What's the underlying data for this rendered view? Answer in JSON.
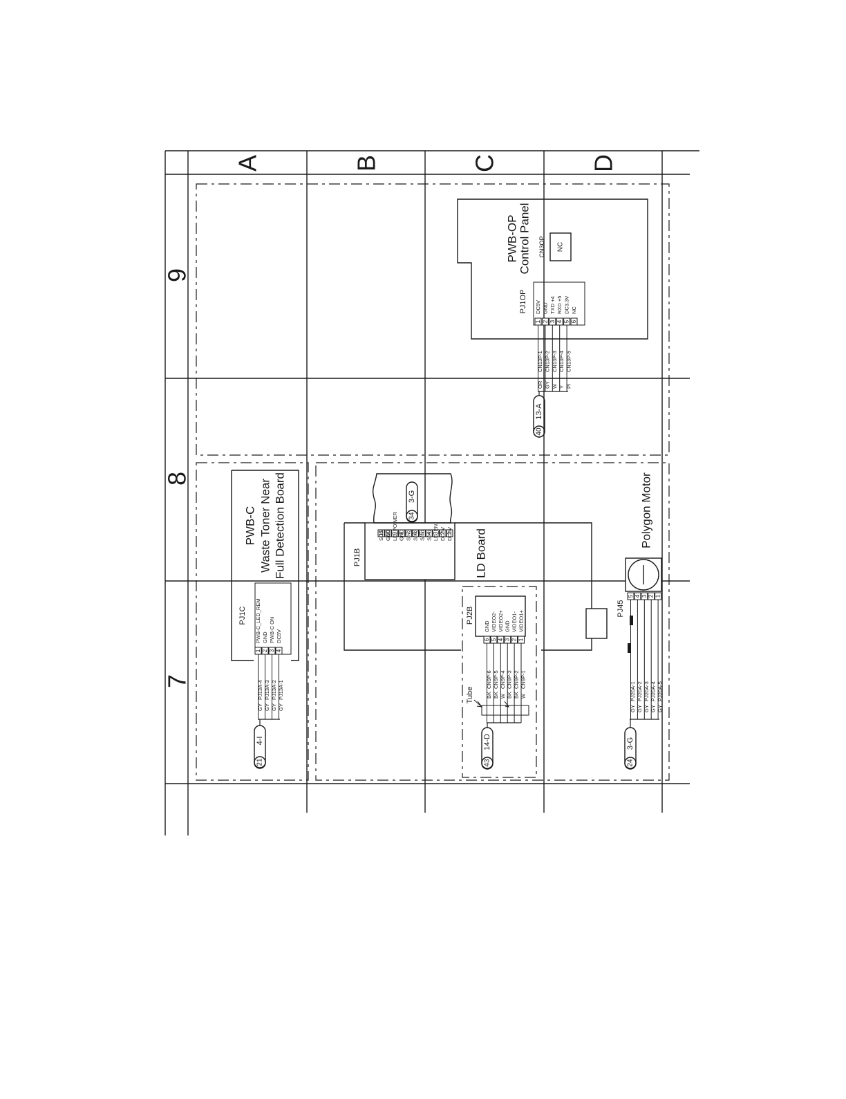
{
  "grid": {
    "rows": [
      "A",
      "B",
      "C",
      "D"
    ],
    "columns": [
      "9",
      "8",
      "7"
    ]
  },
  "control_panel": {
    "title": "PWB-OP",
    "subtitle": "Control Panel",
    "connector": "PJ1OP",
    "aux_connector": "CN3OP",
    "aux_label": "NC",
    "pins": [
      "DC5V",
      "GND",
      "TXD +4",
      "RXD +5",
      "DC3.3V",
      "NC"
    ],
    "pin_numbers": [
      "1",
      "2",
      "3",
      "4",
      "5",
      "6"
    ],
    "wire_colors": [
      "OR",
      "GY",
      "W",
      "Y",
      "PI"
    ],
    "wire_targets": [
      "CN13P-1",
      "CN13P-2",
      "CN13P-3",
      "CN13P-4",
      "CN13P-5"
    ],
    "ref_num": "40",
    "ref_loc": "13-A"
  },
  "waste_toner": {
    "title": "PWB-C",
    "line2": "Waste Toner Near",
    "line3": "Full Detection Board",
    "connector": "PJ1C",
    "pins": [
      "PWB-C_LED_REM",
      "GND",
      "PWB-C ON",
      "DC5V"
    ],
    "pin_numbers": [
      "1",
      "2",
      "3",
      "4"
    ],
    "wire_colors": [
      "GY",
      "GY",
      "GY",
      "GY"
    ],
    "wire_targets": [
      "PJ13A-4",
      "PJ13A-3",
      "PJ13A-2",
      "PJ13A-1"
    ],
    "ref_num": "21",
    "ref_loc": "4-I"
  },
  "ld_board": {
    "title": "LD Board",
    "connector_b": "PJ1B",
    "pins_b": [
      "SOS",
      "GND",
      "LD_POWER",
      "GND",
      "S/H2",
      "S/H2",
      "S/H1",
      "S/H1",
      "LD_EN",
      "DC5V",
      "DC5V"
    ],
    "pin_numbers_b": [
      "11",
      "10",
      "9",
      "8",
      "7",
      "6",
      "5",
      "4",
      "3",
      "2",
      "1"
    ],
    "ref_b_num": "34",
    "ref_b_loc": "3-G",
    "connector_2b": "PJ2B",
    "pins_2b": [
      "GND",
      "VIDEO2-",
      "VIDEO2+",
      "GND",
      "VIDEO1-",
      "VIDEO1+"
    ],
    "pin_numbers_2b": [
      "6",
      "5",
      "4",
      "3",
      "2",
      "1"
    ],
    "wire_colors_2b": [
      "BK",
      "BK",
      "W",
      "BK",
      "BK",
      "W"
    ],
    "wire_targets_2b": [
      "CN9P-6",
      "CN9P-5",
      "CN9P-4",
      "CN9P-3",
      "CN9P-2",
      "CN9P-1"
    ],
    "tube_label": "Tube",
    "ref_2b_num": "43",
    "ref_2b_loc": "14-D"
  },
  "polygon_motor": {
    "title": "Polygon Motor",
    "connector": "PJ45",
    "pin_numbers": [
      "5",
      "4",
      "3",
      "2",
      "1"
    ],
    "wire_colors": [
      "GY",
      "GY",
      "GY",
      "GY",
      "GY"
    ],
    "wire_targets": [
      "PJ20A-1",
      "PJ20A-2",
      "PJ20A-3",
      "PJ20A-4",
      "PJ20A-5"
    ],
    "ref_num": "24",
    "ref_loc": "3-G"
  }
}
